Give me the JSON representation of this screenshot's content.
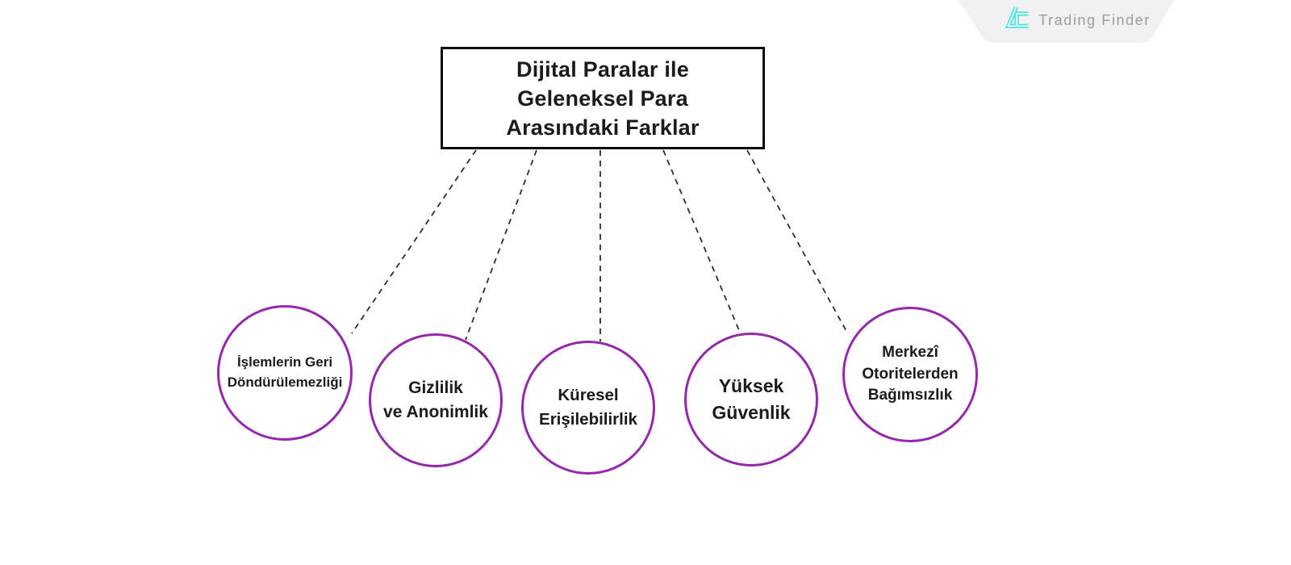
{
  "diagram": {
    "title": "Dijital Paralar ile\nGeleneksel Para\nArasındaki Farklar",
    "nodes": [
      {
        "label": "İşlemlerin Geri\nDöndürülemezliği"
      },
      {
        "label": "Gizlilik\nve Anonimlik"
      },
      {
        "label": "Küresel\nErişilebilirlik"
      },
      {
        "label": "Yüksek\nGüvenlik"
      },
      {
        "label": "Merkezî\nOtoritelerden\nBağımsızlık"
      }
    ]
  },
  "brand": {
    "name": "Trading Finder",
    "icon": "trading-finder-logo-icon"
  },
  "colors": {
    "accent": "#9427AB",
    "line": "#2e2e2e",
    "box_border": "#0e0e0e",
    "logo_cyan": "#2BE8E4",
    "logo_text": "#9a9da1",
    "badge_bg": "#f1f1f2"
  }
}
